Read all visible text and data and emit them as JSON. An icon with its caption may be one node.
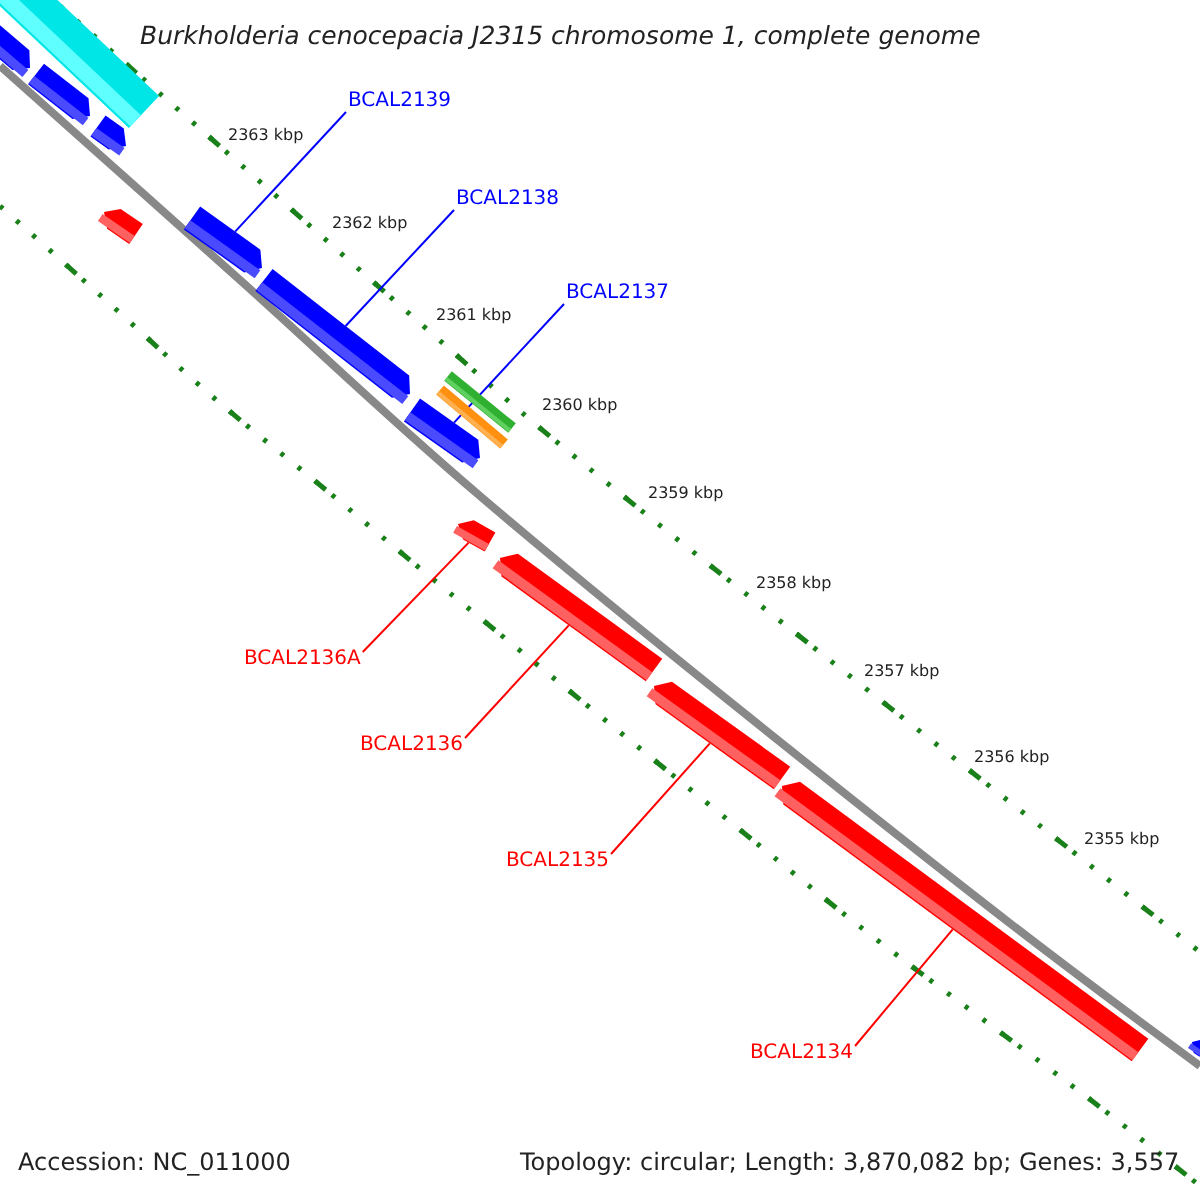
{
  "diagram": {
    "title": "Burkholderia cenocepacia J2315 chromosome 1, complete genome",
    "nodes": [
      {
        "text": [
          "BCAL2139"
        ]
      },
      {
        "text": [],
        "shape": "bar"
      },
      {
        "text": [
          "BCAL2138"
        ]
      },
      {
        "text": [],
        "shape": "bar"
      },
      {
        "text": [
          "BCAL2137"
        ]
      },
      {
        "text": [],
        "shape": "bar"
      },
      {
        "text": [
          "BCAL2136A"
        ]
      },
      {
        "text": [],
        "shape": "bar"
      },
      {
        "text": [
          "BCAL2136"
        ]
      },
      {
        "text": [],
        "shape": "bar"
      },
      {
        "text": [
          "BCAL2135"
        ]
      },
      {
        "text": [],
        "shape": "bar"
      },
      {
        "text": [
          "BCAL2134"
        ]
      },
      {
        "text": [],
        "shape": "bar"
      },
      {
        "text": [],
        "shape": "bar"
      },
      {
        "text": [],
        "shape": "bar"
      },
      {
        "text": [],
        "shape": "bar"
      },
      {
        "text": [],
        "shape": "bar"
      },
      {
        "text": [],
        "shape": "bar"
      },
      {
        "text": [],
        "shape": "bar"
      },
      {
        "text": [],
        "shape": "bar"
      },
      {
        "text": [],
        "shape": "bar"
      }
    ],
    "edges": [
      {
        "from": 0,
        "to": 1,
        "arrow": "none",
        "color": "#0000ff"
      },
      {
        "from": 2,
        "to": 3,
        "arrow": "none",
        "color": "#0000ff"
      },
      {
        "from": 4,
        "to": 5,
        "arrow": "none",
        "color": "#0000ff"
      },
      {
        "from": 6,
        "to": 7,
        "arrow": "none"
      },
      {
        "from": 8,
        "to": 9,
        "arrow": "none"
      },
      {
        "from": 10,
        "to": 11,
        "arrow": "none"
      },
      {
        "from": 12,
        "to": 13,
        "arrow": "none"
      }
    ],
    "labels": [
      "2363 kbp",
      "2362 kbp",
      "2361 kbp",
      "2360 kbp",
      "2359 kbp",
      "2358 kbp",
      "2357 kbp",
      "2356 kbp",
      "2355 kbp",
      "Accession: NC_011000",
      "Topology: circular; Length: 3,870,082 bp; Genes: 3,557"
    ]
  }
}
